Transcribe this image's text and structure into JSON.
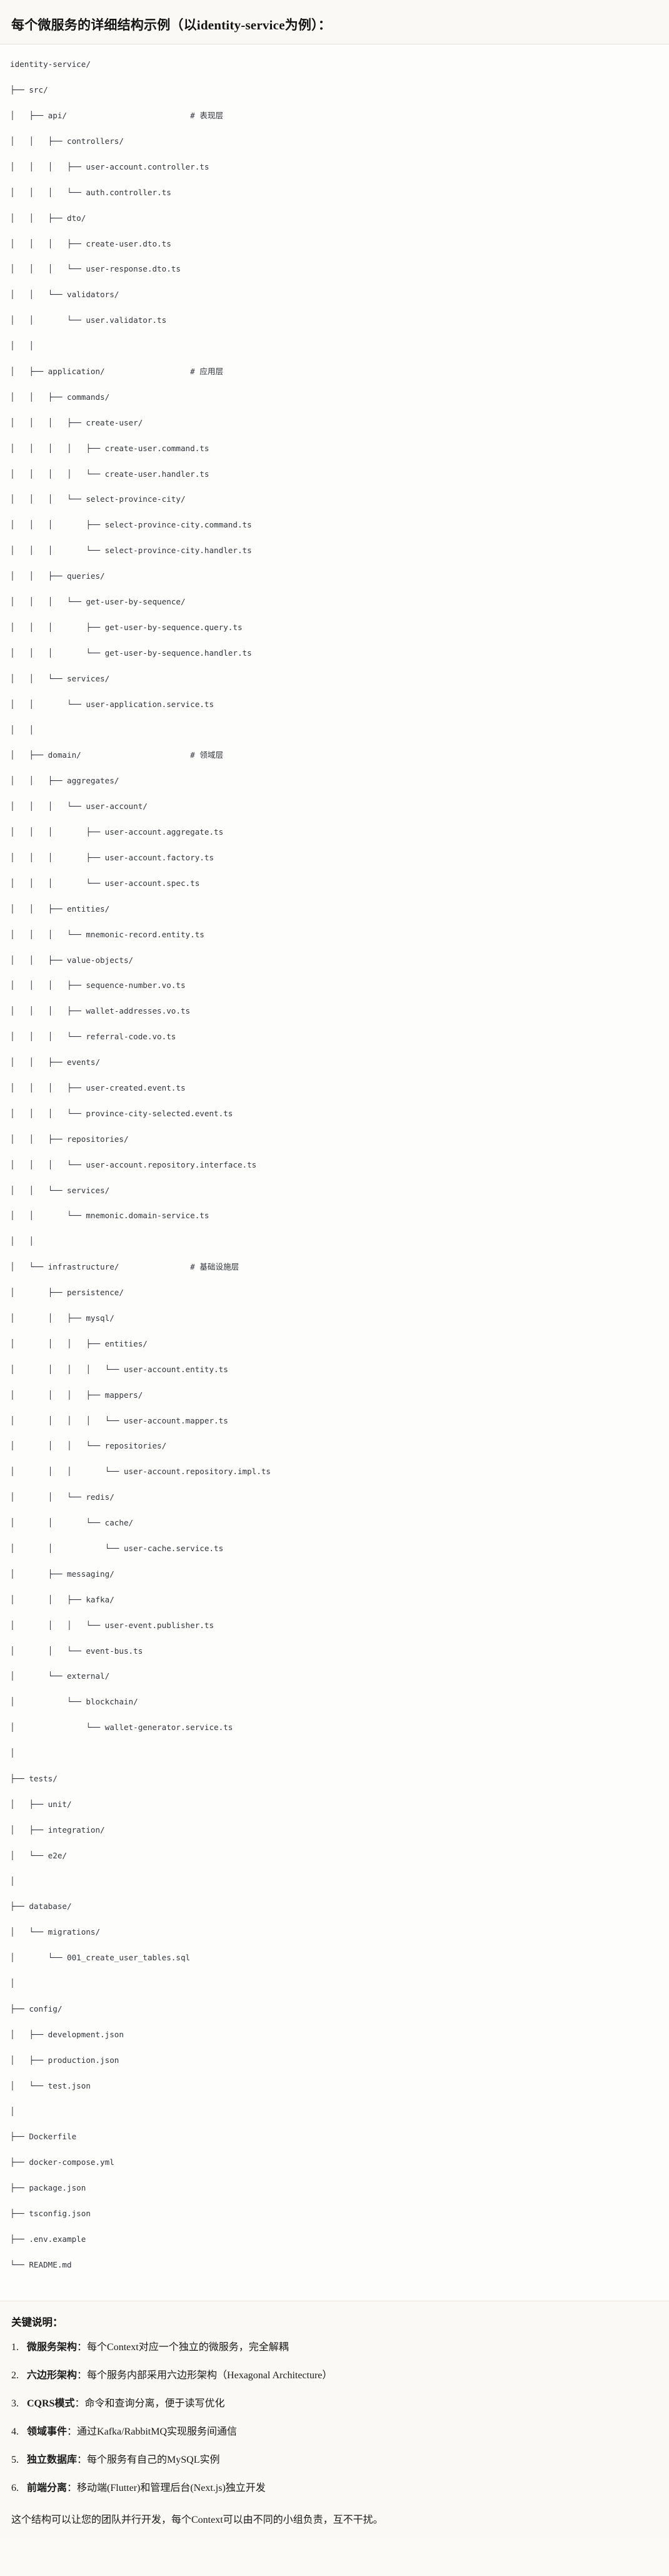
{
  "header": {
    "title": "每个微服务的详细结构示例（以identity-service为例）："
  },
  "tree": {
    "root": "identity-service/",
    "lines": [
      "identity-service/",
      "├── src/",
      "│   ├── api/                          # 表现层",
      "│   │   ├── controllers/",
      "│   │   │   ├── user-account.controller.ts",
      "│   │   │   └── auth.controller.ts",
      "│   │   ├── dto/",
      "│   │   │   ├── create-user.dto.ts",
      "│   │   │   └── user-response.dto.ts",
      "│   │   └── validators/",
      "│   │       └── user.validator.ts",
      "│   │",
      "│   ├── application/                  # 应用层",
      "│   │   ├── commands/",
      "│   │   │   ├── create-user/",
      "│   │   │   │   ├── create-user.command.ts",
      "│   │   │   │   └── create-user.handler.ts",
      "│   │   │   └── select-province-city/",
      "│   │   │       ├── select-province-city.command.ts",
      "│   │   │       └── select-province-city.handler.ts",
      "│   │   ├── queries/",
      "│   │   │   └── get-user-by-sequence/",
      "│   │   │       ├── get-user-by-sequence.query.ts",
      "│   │   │       └── get-user-by-sequence.handler.ts",
      "│   │   └── services/",
      "│   │       └── user-application.service.ts",
      "│   │",
      "│   ├── domain/                       # 领域层",
      "│   │   ├── aggregates/",
      "│   │   │   └── user-account/",
      "│   │   │       ├── user-account.aggregate.ts",
      "│   │   │       ├── user-account.factory.ts",
      "│   │   │       └── user-account.spec.ts",
      "│   │   ├── entities/",
      "│   │   │   └── mnemonic-record.entity.ts",
      "│   │   ├── value-objects/",
      "│   │   │   ├── sequence-number.vo.ts",
      "│   │   │   ├── wallet-addresses.vo.ts",
      "│   │   │   └── referral-code.vo.ts",
      "│   │   ├── events/",
      "│   │   │   ├── user-created.event.ts",
      "│   │   │   └── province-city-selected.event.ts",
      "│   │   ├── repositories/",
      "│   │   │   └── user-account.repository.interface.ts",
      "│   │   └── services/",
      "│   │       └── mnemonic.domain-service.ts",
      "│   │",
      "│   └── infrastructure/               # 基础设施层",
      "│       ├── persistence/",
      "│       │   ├── mysql/",
      "│       │   │   ├── entities/",
      "│       │   │   │   └── user-account.entity.ts",
      "│       │   │   ├── mappers/",
      "│       │   │   │   └── user-account.mapper.ts",
      "│       │   │   └── repositories/",
      "│       │   │       └── user-account.repository.impl.ts",
      "│       │   └── redis/",
      "│       │       └── cache/",
      "│       │           └── user-cache.service.ts",
      "│       ├── messaging/",
      "│       │   ├── kafka/",
      "│       │   │   └── user-event.publisher.ts",
      "│       │   └── event-bus.ts",
      "│       └── external/",
      "│           └── blockchain/",
      "│               └── wallet-generator.service.ts",
      "│",
      "├── tests/",
      "│   ├── unit/",
      "│   ├── integration/",
      "│   └── e2e/",
      "│",
      "├── database/",
      "│   └── migrations/",
      "│       └── 001_create_user_tables.sql",
      "│",
      "├── config/",
      "│   ├── development.json",
      "│   ├── production.json",
      "│   └── test.json",
      "│",
      "├── Dockerfile",
      "├── docker-compose.yml",
      "├── package.json",
      "├── tsconfig.json",
      "├── .env.example",
      "└── README.md"
    ]
  },
  "keys": {
    "title": "关键说明：",
    "items": [
      {
        "term": "微服务架构",
        "sep": "：",
        "desc": "每个Context对应一个独立的微服务，完全解耦"
      },
      {
        "term": "六边形架构",
        "sep": "：",
        "desc": "每个服务内部采用六边形架构（Hexagonal Architecture）"
      },
      {
        "term": "CQRS模式",
        "sep": "：",
        "desc": "命令和查询分离，便于读写优化"
      },
      {
        "term": "领域事件",
        "sep": "：",
        "desc": "通过Kafka/RabbitMQ实现服务间通信"
      },
      {
        "term": "独立数据库",
        "sep": "：",
        "desc": "每个服务有自己的MySQL实例"
      },
      {
        "term": "前端分离",
        "sep": "：",
        "desc": "移动端(Flutter)和管理后台(Next.js)独立开发"
      }
    ],
    "footer": "这个结构可以让您的团队并行开发，每个Context可以由不同的小组负责，互不干扰。"
  }
}
